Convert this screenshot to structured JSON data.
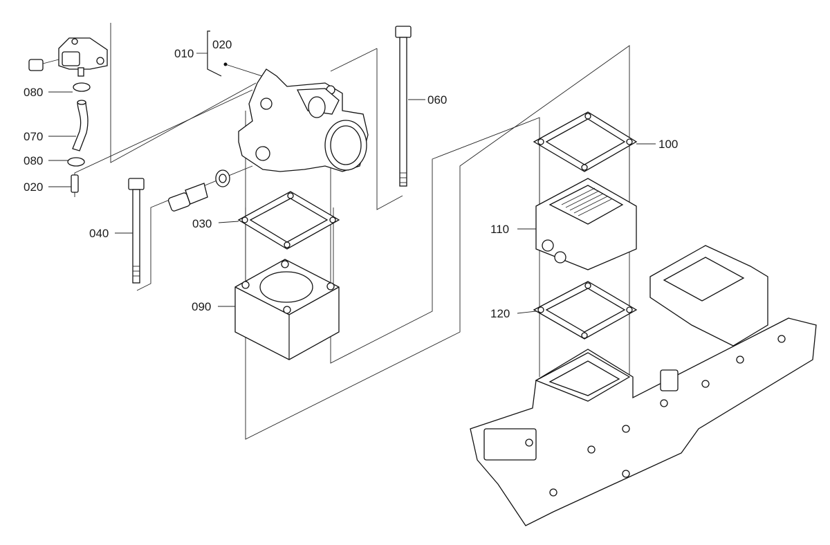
{
  "diagram": {
    "callouts": [
      {
        "id": "c010",
        "text": "010"
      },
      {
        "id": "c020a",
        "text": "020"
      },
      {
        "id": "c080a",
        "text": "080"
      },
      {
        "id": "c070",
        "text": "070"
      },
      {
        "id": "c080b",
        "text": "080"
      },
      {
        "id": "c020b",
        "text": "020"
      },
      {
        "id": "c040",
        "text": "040"
      },
      {
        "id": "c030",
        "text": "030"
      },
      {
        "id": "c090",
        "text": "090"
      },
      {
        "id": "c060",
        "text": "060"
      },
      {
        "id": "c100",
        "text": "100"
      },
      {
        "id": "c110",
        "text": "110"
      },
      {
        "id": "c120",
        "text": "120"
      }
    ],
    "colors": {
      "line": "#111111",
      "background": "#ffffff"
    }
  }
}
